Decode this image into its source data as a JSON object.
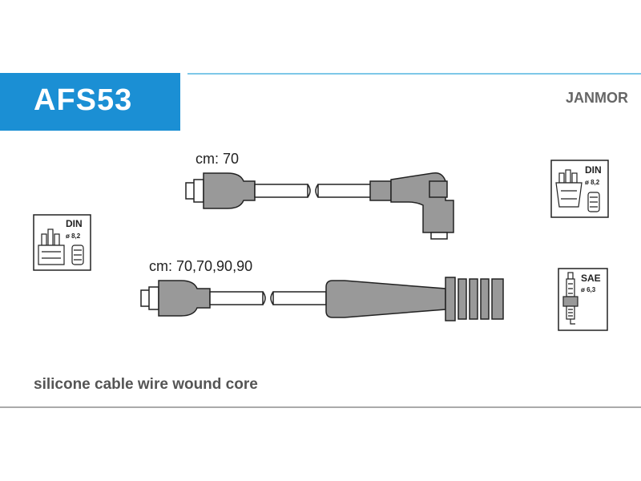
{
  "header": {
    "code": "AFS53",
    "brand": "JANMOR"
  },
  "cables": [
    {
      "label": "cm: 70"
    },
    {
      "label": "cm: 70,70,90,90"
    }
  ],
  "badges": [
    {
      "standard": "DIN",
      "size": "ø 8,2"
    },
    {
      "standard": "DIN",
      "size": "ø 8,2"
    },
    {
      "standard": "SAE",
      "size": "ø 6,3"
    }
  ],
  "footer": {
    "text": "silicone cable wire wound core"
  },
  "colors": {
    "accent": "#1b8fd4",
    "line": "#7ec8e8",
    "part": "#999999"
  }
}
